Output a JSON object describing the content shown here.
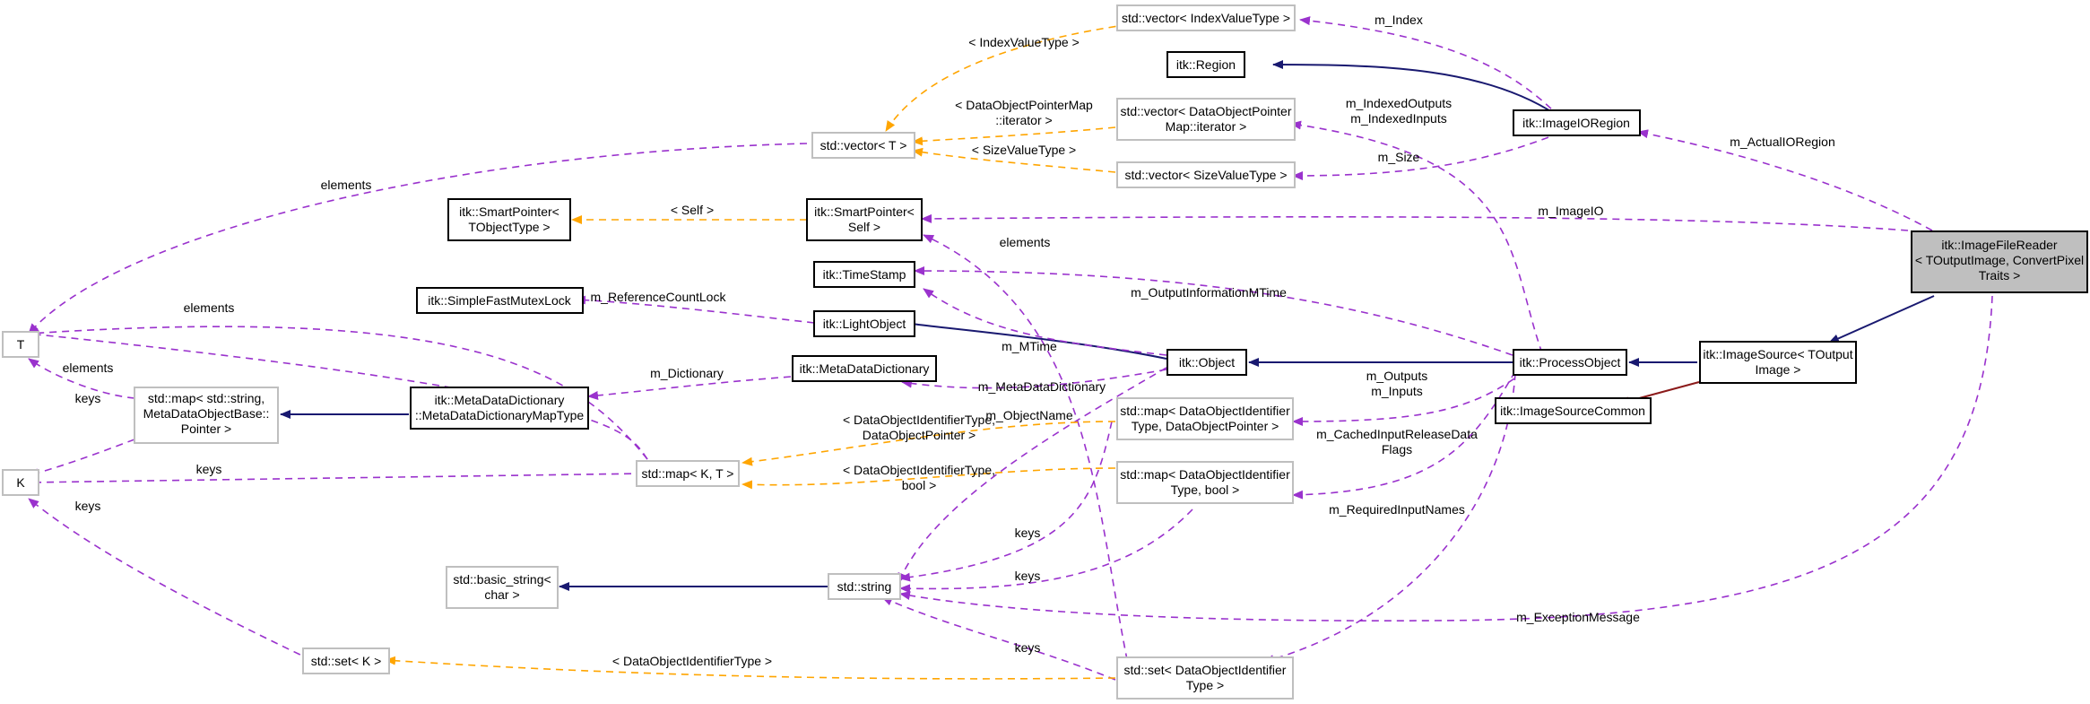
{
  "nodes": {
    "T": {
      "lines": [
        "T"
      ]
    },
    "K": {
      "lines": [
        "K"
      ]
    },
    "vector_index": {
      "lines": [
        "std::vector< IndexValueType >"
      ]
    },
    "region": {
      "lines": [
        "itk::Region"
      ]
    },
    "vector_dop": {
      "lines": [
        "std::vector< DataObjectPointer",
        "Map::iterator >"
      ]
    },
    "vector_t": {
      "lines": [
        "std::vector< T >"
      ]
    },
    "vector_size": {
      "lines": [
        "std::vector< SizeValueType >"
      ]
    },
    "io_region": {
      "lines": [
        "itk::ImageIORegion"
      ]
    },
    "sp_tobj": {
      "lines": [
        "itk::SmartPointer<",
        "TObjectType >"
      ]
    },
    "sp_self": {
      "lines": [
        "itk::SmartPointer<",
        "Self >"
      ]
    },
    "timestamp": {
      "lines": [
        "itk::TimeStamp"
      ]
    },
    "mutex": {
      "lines": [
        "itk::SimpleFastMutexLock"
      ]
    },
    "lightobj": {
      "lines": [
        "itk::LightObject"
      ]
    },
    "metadict": {
      "lines": [
        "itk::MetaDataDictionary"
      ]
    },
    "object": {
      "lines": [
        "itk::Object"
      ]
    },
    "processobj": {
      "lines": [
        "itk::ProcessObject"
      ]
    },
    "imagesource": {
      "lines": [
        "itk::ImageSource< TOutput",
        "Image >"
      ]
    },
    "filereader": {
      "lines": [
        "itk::ImageFileReader",
        "< TOutputImage, ConvertPixel",
        "Traits >"
      ]
    },
    "imgsrc_common": {
      "lines": [
        "itk::ImageSourceCommon"
      ]
    },
    "map_meta": {
      "lines": [
        "std::map< std::string,",
        "MetaDataObjectBase::",
        "Pointer >"
      ]
    },
    "mdd_maptype": {
      "lines": [
        "itk::MetaDataDictionary",
        "::MetaDataDictionaryMapType"
      ]
    },
    "map_kt": {
      "lines": [
        "std::map< K, T >"
      ]
    },
    "map_doid_ptr": {
      "lines": [
        "std::map< DataObjectIdentifier",
        "Type, DataObjectPointer >"
      ]
    },
    "map_doid_bool": {
      "lines": [
        "std::map< DataObjectIdentifier",
        "Type, bool >"
      ]
    },
    "basic_string": {
      "lines": [
        "std::basic_string<",
        "char >"
      ]
    },
    "string": {
      "lines": [
        "std::string"
      ]
    },
    "set_k": {
      "lines": [
        "std::set< K >"
      ]
    },
    "set_doid": {
      "lines": [
        "std::set< DataObjectIdentifier",
        "Type >"
      ]
    }
  },
  "edges": {
    "m_index": [
      "m_Index"
    ],
    "index_value_type": [
      "< IndexValueType >"
    ],
    "dop_map_iter": [
      "< DataObjectPointerMap",
      "::iterator >"
    ],
    "size_value_type": [
      "< SizeValueType >"
    ],
    "indexed_outputs": [
      "m_IndexedOutputs",
      "m_IndexedInputs"
    ],
    "m_size": [
      "m_Size"
    ],
    "actual_io_region": [
      "m_ActualIORegion"
    ],
    "elements_t_vector": [
      "elements"
    ],
    "self_tmpl": [
      "< Self >"
    ],
    "m_imageio": [
      "m_ImageIO"
    ],
    "elements_sp": [
      "elements"
    ],
    "output_info_mtime": [
      "m_OutputInformationMTime"
    ],
    "m_mtime": [
      "m_MTime"
    ],
    "elements_t_map": [
      "elements"
    ],
    "ref_count_lock": [
      "m_ReferenceCountLock"
    ],
    "elements_t_metamap": [
      "elements"
    ],
    "m_dictionary": [
      "m_Dictionary"
    ],
    "m_metadatadictionary": [
      "m_MetaDataDictionary"
    ],
    "m_outputs": [
      "m_Outputs",
      "m_Inputs"
    ],
    "keys_k_meta": [
      "keys"
    ],
    "m_objectname": [
      "m_ObjectName"
    ],
    "doid_dop_tmpl": [
      "< DataObjectIdentifierType,",
      "DataObjectPointer >"
    ],
    "keys_k_map": [
      "keys"
    ],
    "doid_bool_tmpl": [
      "< DataObjectIdentifierType,",
      "bool >"
    ],
    "cached_input_release": [
      "m_CachedInputReleaseData",
      "Flags"
    ],
    "keys_k_set": [
      "keys"
    ],
    "required_input_names": [
      "m_RequiredInputNames"
    ],
    "keys_string_1": [
      "keys"
    ],
    "keys_string_2": [
      "keys"
    ],
    "keys_string_3": [
      "keys"
    ],
    "doid_type_tmpl": [
      "< DataObjectIdentifierType >"
    ],
    "exception_message": [
      "m_ExceptionMessage"
    ]
  }
}
